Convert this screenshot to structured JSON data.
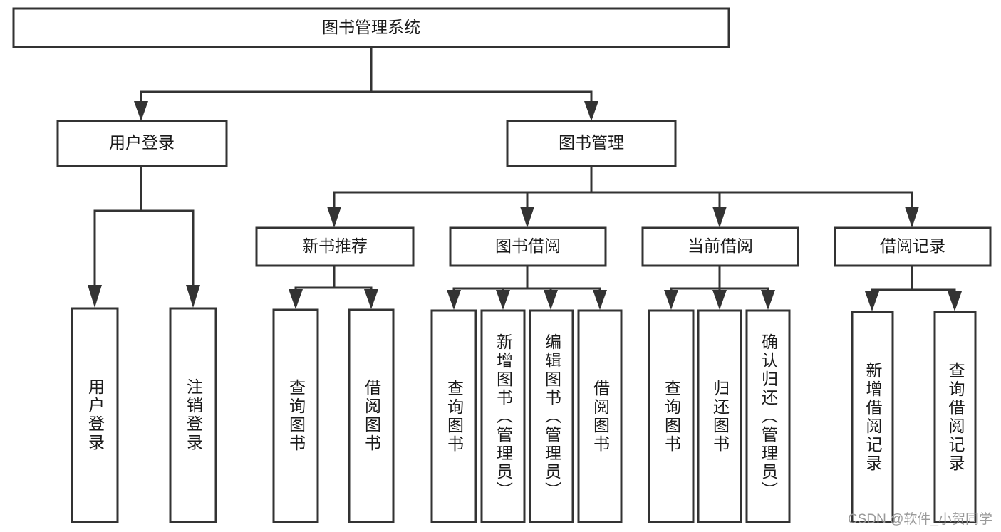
{
  "diagram": {
    "title": "图书管理系统",
    "type": "tree",
    "orientation": "top-down",
    "colors": {
      "box_fill": "#ffffff",
      "box_stroke": "#333333",
      "text": "#1a1a1a",
      "background": "#ffffff",
      "watermark": "#9a9a9a"
    },
    "root": {
      "label": "图书管理系统"
    },
    "level2": [
      {
        "label": "用户登录"
      },
      {
        "label": "图书管理"
      }
    ],
    "level3": [
      {
        "label": "新书推荐"
      },
      {
        "label": "图书借阅"
      },
      {
        "label": "当前借阅"
      },
      {
        "label": "借阅记录"
      }
    ],
    "leaves": {
      "user_login": [
        {
          "label": "用户登录"
        },
        {
          "label": "注销登录"
        }
      ],
      "new_book_recommend": [
        {
          "label": "查询图书"
        },
        {
          "label": "借阅图书"
        }
      ],
      "book_borrow": [
        {
          "label": "查询图书"
        },
        {
          "label": "新增图书（管理员）"
        },
        {
          "label": "编辑图书（管理员）"
        },
        {
          "label": "借阅图书"
        }
      ],
      "current_borrow": [
        {
          "label": "查询图书"
        },
        {
          "label": "归还图书"
        },
        {
          "label": "确认归还（管理员）"
        }
      ],
      "borrow_record": [
        {
          "label": "新增借阅记录"
        },
        {
          "label": "查询借阅记录"
        }
      ]
    }
  },
  "watermark": {
    "text": "CSDN @软件_小贺同学"
  }
}
